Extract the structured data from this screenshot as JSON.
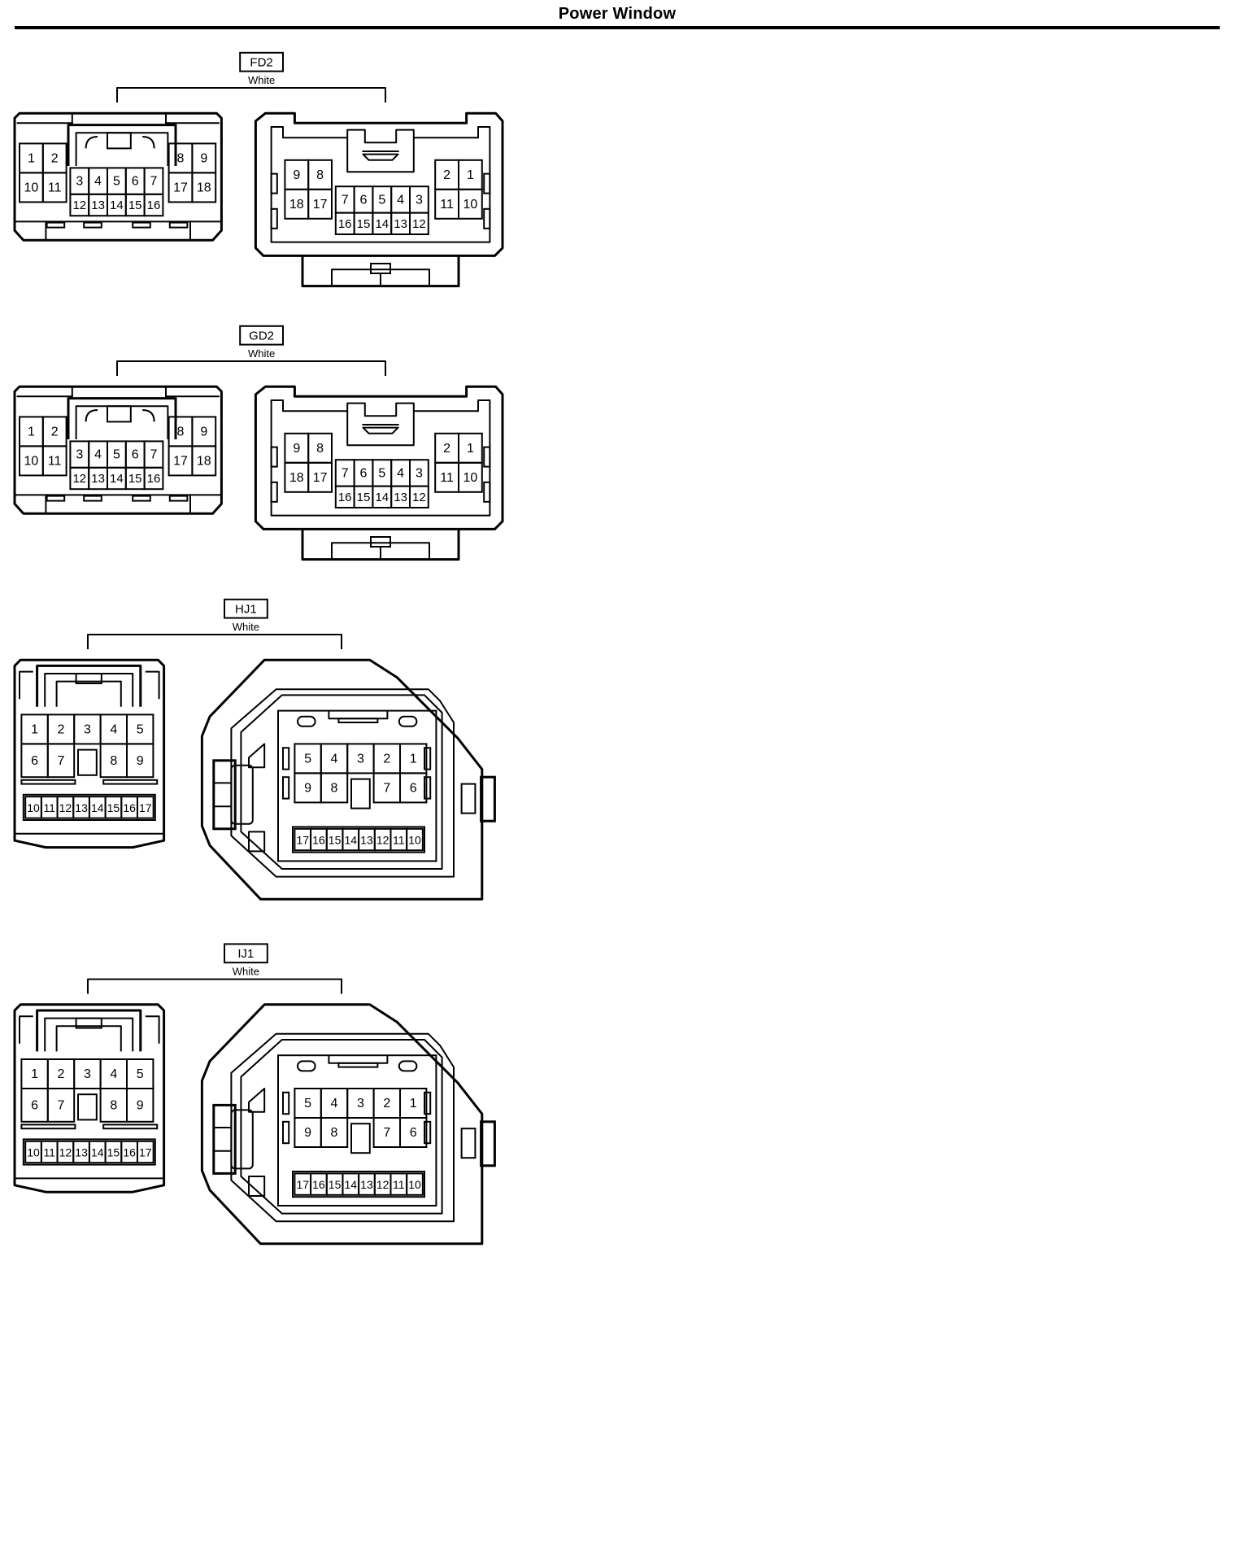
{
  "page": {
    "title": "Power Window"
  },
  "connectors": [
    {
      "code": "FD2",
      "color": "White",
      "style": "A",
      "left_view": {
        "left_block": [
          [
            "1",
            "2"
          ],
          [
            "10",
            "11"
          ]
        ],
        "center_top": [
          "3",
          "4",
          "5",
          "6",
          "7"
        ],
        "center_bottom": [
          "12",
          "13",
          "14",
          "15",
          "16"
        ],
        "right_block": [
          [
            "8",
            "9"
          ],
          [
            "17",
            "18"
          ]
        ]
      },
      "right_view": {
        "left_block": [
          [
            "9",
            "8"
          ],
          [
            "18",
            "17"
          ]
        ],
        "center_top": [
          "7",
          "6",
          "5",
          "4",
          "3"
        ],
        "center_bottom": [
          "16",
          "15",
          "14",
          "13",
          "12"
        ],
        "right_block": [
          [
            "2",
            "1"
          ],
          [
            "11",
            "10"
          ]
        ]
      }
    },
    {
      "code": "GD2",
      "color": "White",
      "style": "A",
      "left_view": {
        "left_block": [
          [
            "1",
            "2"
          ],
          [
            "10",
            "11"
          ]
        ],
        "center_top": [
          "3",
          "4",
          "5",
          "6",
          "7"
        ],
        "center_bottom": [
          "12",
          "13",
          "14",
          "15",
          "16"
        ],
        "right_block": [
          [
            "8",
            "9"
          ],
          [
            "17",
            "18"
          ]
        ]
      },
      "right_view": {
        "left_block": [
          [
            "9",
            "8"
          ],
          [
            "18",
            "17"
          ]
        ],
        "center_top": [
          "7",
          "6",
          "5",
          "4",
          "3"
        ],
        "center_bottom": [
          "16",
          "15",
          "14",
          "13",
          "12"
        ],
        "right_block": [
          [
            "2",
            "1"
          ],
          [
            "11",
            "10"
          ]
        ]
      }
    },
    {
      "code": "HJ1",
      "color": "White",
      "style": "B",
      "left_view": {
        "row1": [
          "1",
          "2",
          "3",
          "4",
          "5"
        ],
        "row2": [
          "6",
          "7",
          "",
          "8",
          "9"
        ],
        "row3": [
          "10",
          "11",
          "12",
          "13",
          "14",
          "15",
          "16",
          "17"
        ]
      },
      "right_view": {
        "row1": [
          "5",
          "4",
          "3",
          "2",
          "1"
        ],
        "row2": [
          "9",
          "8",
          "",
          "7",
          "6"
        ],
        "row3": [
          "17",
          "16",
          "15",
          "14",
          "13",
          "12",
          "11",
          "10"
        ]
      }
    },
    {
      "code": "IJ1",
      "color": "White",
      "style": "B",
      "left_view": {
        "row1": [
          "1",
          "2",
          "3",
          "4",
          "5"
        ],
        "row2": [
          "6",
          "7",
          "",
          "8",
          "9"
        ],
        "row3": [
          "10",
          "11",
          "12",
          "13",
          "14",
          "15",
          "16",
          "17"
        ]
      },
      "right_view": {
        "row1": [
          "5",
          "4",
          "3",
          "2",
          "1"
        ],
        "row2": [
          "9",
          "8",
          "",
          "7",
          "6"
        ],
        "row3": [
          "17",
          "16",
          "15",
          "14",
          "13",
          "12",
          "11",
          "10"
        ]
      }
    }
  ]
}
